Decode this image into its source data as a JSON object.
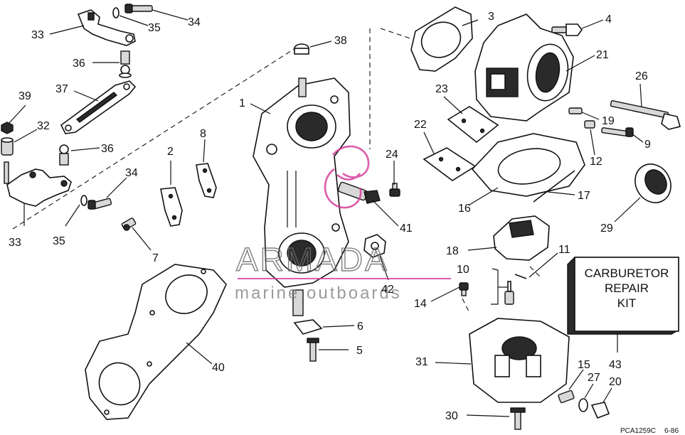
{
  "parts": [
    "1",
    "2",
    "3",
    "4",
    "5",
    "6",
    "7",
    "8",
    "9",
    "10",
    "11",
    "12",
    "14",
    "15",
    "16",
    "17",
    "18",
    "19",
    "20",
    "21",
    "22",
    "23",
    "24",
    "26",
    "27",
    "29",
    "30",
    "31",
    "32",
    "33",
    "34",
    "35",
    "36",
    "37",
    "38",
    "39",
    "40",
    "41",
    "42",
    "43"
  ],
  "callouts": {
    "c1": "1",
    "c2": "2",
    "c3": "3",
    "c4": "4",
    "c5": "5",
    "c6": "6",
    "c7": "7",
    "c8": "8",
    "c9": "9",
    "c10": "10",
    "c11": "11",
    "c12": "12",
    "c14": "14",
    "c15": "15",
    "c16": "16",
    "c17": "17",
    "c18": "18",
    "c19": "19",
    "c20": "20",
    "c21": "21",
    "c22": "22",
    "c23": "23",
    "c24": "24",
    "c26": "26",
    "c27": "27",
    "c29": "29",
    "c30": "30",
    "c31": "31",
    "c32": "32",
    "c33a": "33",
    "c33b": "33",
    "c34a": "34",
    "c34b": "34",
    "c35a": "35",
    "c35b": "35",
    "c36a": "36",
    "c36b": "36",
    "c37": "37",
    "c38": "38",
    "c39": "39",
    "c40": "40",
    "c41": "41",
    "c42": "42",
    "c43": "43"
  },
  "kit": {
    "line1": "CARBURETOR",
    "line2": "REPAIR",
    "line3": "KIT"
  },
  "watermark": {
    "brand": "ARMADA",
    "tagline": "marine outboards",
    "color": "#d63f9c"
  },
  "drawing_code": "PCA1259C",
  "drawing_date": "6-86"
}
